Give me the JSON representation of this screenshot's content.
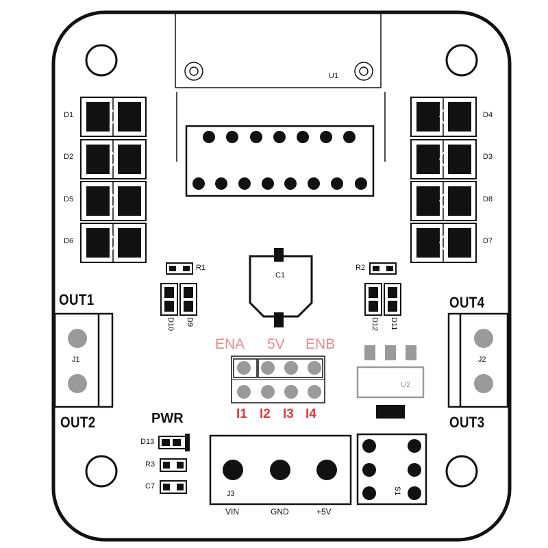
{
  "board": {
    "ic": {
      "ref": "U1"
    },
    "diodes_left": [
      "D1",
      "D2",
      "D5",
      "D6"
    ],
    "diodes_right": [
      "D4",
      "D3",
      "D8",
      "D7"
    ],
    "resistors": {
      "r1": "R1",
      "r2": "R2",
      "r3": "R3"
    },
    "capacitors": {
      "c1": "C1",
      "c7": "C7"
    },
    "small_diodes": {
      "d10": "D10",
      "d9": "D9",
      "d12": "D12",
      "d11": "D11",
      "d13": "D13"
    },
    "connectors": {
      "j1": "J1",
      "j2": "J2",
      "j3": "J3"
    },
    "regulator": "U2",
    "switch": "S1",
    "outputs": {
      "out1": "OUT1",
      "out2": "OUT2",
      "out3": "OUT3",
      "out4": "OUT4"
    },
    "power_label": "PWR",
    "header_top_labels": {
      "ena": "ENA",
      "five_v": "5V",
      "enb": "ENB"
    },
    "header_bottom_labels": [
      "I1",
      "I2",
      "I3",
      "I4"
    ],
    "terminal_labels": [
      "VIN",
      "GND",
      "+5V"
    ]
  },
  "colors": {
    "outline": "#111111",
    "pad": "#111111",
    "red_label": "#e23a3a",
    "pink_label": "#f08a8a",
    "grey_pad": "#9a9a9a"
  }
}
